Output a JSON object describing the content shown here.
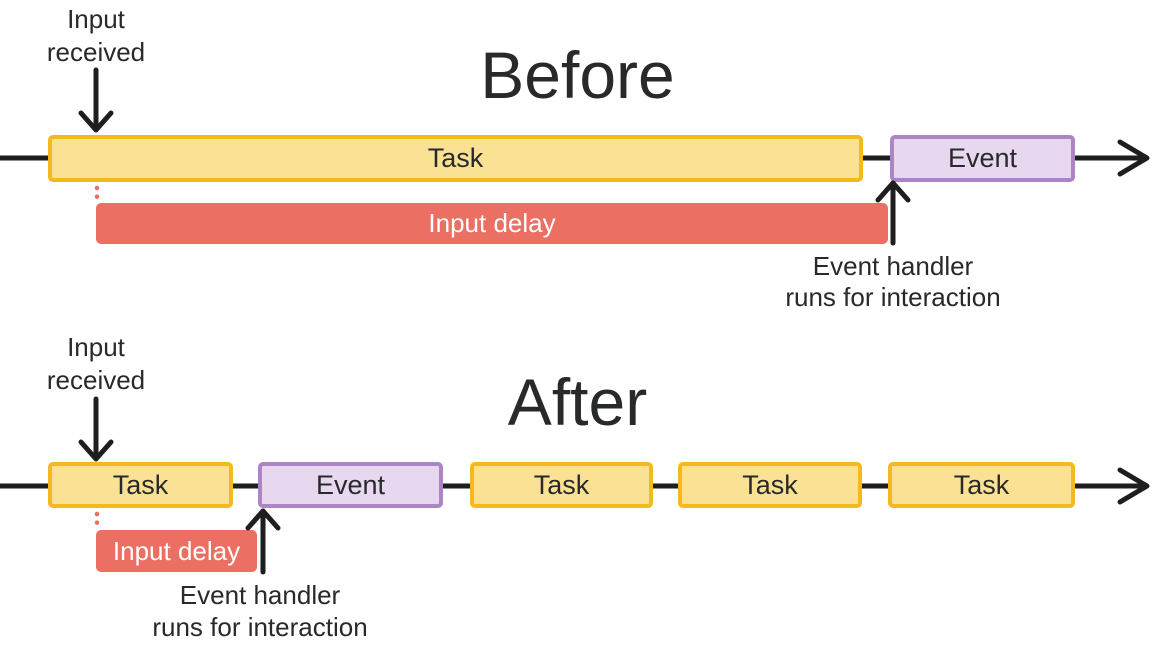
{
  "colors": {
    "task_fill": "#FBE194",
    "task_border": "#F3BA1F",
    "event_fill": "#E7D8EF",
    "event_border": "#AB85C6",
    "delay_fill": "#EC6F63",
    "delay_text": "#FFFFFF",
    "line": "#1E1E1E",
    "text": "#28292B",
    "background": "#FFFFFF"
  },
  "before": {
    "title": "Before",
    "input_received_label": "Input\nreceived",
    "task_bars": [
      {
        "label": "Task"
      }
    ],
    "event_bar": {
      "label": "Event"
    },
    "input_delay_label": "Input delay",
    "event_handler_label": "Event handler\nruns for interaction"
  },
  "after": {
    "title": "After",
    "input_received_label": "Input\nreceived",
    "task_bars": [
      {
        "label": "Task"
      },
      {
        "label": "Task"
      },
      {
        "label": "Task"
      },
      {
        "label": "Task"
      }
    ],
    "event_bar": {
      "label": "Event"
    },
    "input_delay_label": "Input delay",
    "event_handler_label": "Event handler\nruns for interaction"
  }
}
